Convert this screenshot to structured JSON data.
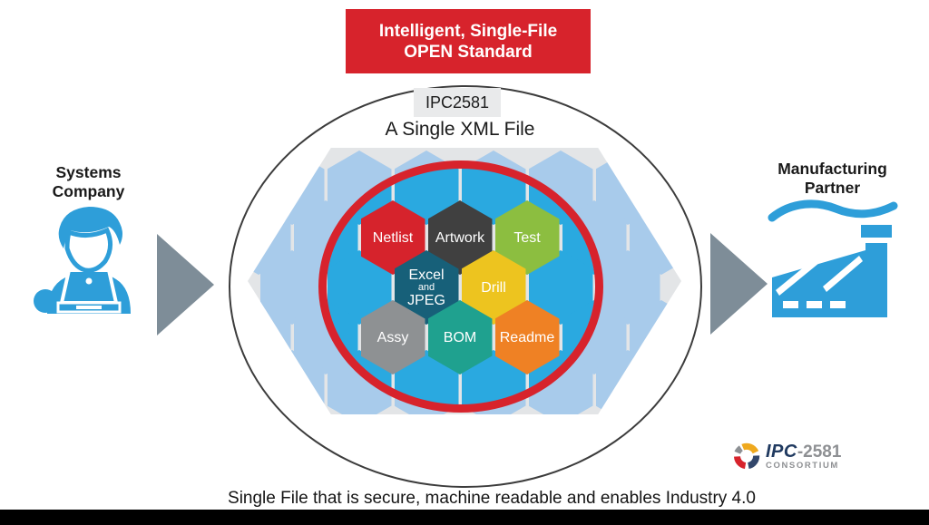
{
  "banner": {
    "line1": "Intelligent, Single-File",
    "line2": "OPEN Standard",
    "bg": "#d7232c"
  },
  "hive": {
    "chip_label": "IPC2581",
    "chip_bg": "#e9eaeb",
    "subtitle": "A Single XML File",
    "palette": {
      "bright_blue": "#2aa9e0",
      "light_blue": "#a8cbeb",
      "grid_bg": "#e3e5e7",
      "ring_red": "#d7232c"
    },
    "cells": [
      {
        "label": "Netlist",
        "color": "#d6232c"
      },
      {
        "label": "Artwork",
        "color": "#404040"
      },
      {
        "label": "Test",
        "color": "#8cbe40"
      },
      {
        "label": "Excel and JPEG",
        "line1": "Excel",
        "line2": "and",
        "line3": "JPEG",
        "color": "#176079"
      },
      {
        "label": "Drill",
        "color": "#edc41f"
      },
      {
        "label": "Assy",
        "color": "#8e9193"
      },
      {
        "label": "BOM",
        "color": "#1fa18f"
      },
      {
        "label": "Readme",
        "color": "#ef8124"
      }
    ]
  },
  "left": {
    "line1": "Systems",
    "line2": "Company"
  },
  "right": {
    "line1": "Manufacturing",
    "line2": "Partner"
  },
  "flow": {
    "arrow_color": "#7e8d98",
    "icon_color": "#2e9ed9"
  },
  "logo": {
    "ipc": "IPC",
    "num": "-2581",
    "sub": "CONSORTIUM",
    "ring_colors": {
      "gray": "#8d9094",
      "yellow": "#efa91e",
      "navy": "#32476b",
      "red": "#d7232c"
    }
  },
  "caption": {
    "text": "Single File that is secure, machine readable and enables Industry 4.0"
  }
}
